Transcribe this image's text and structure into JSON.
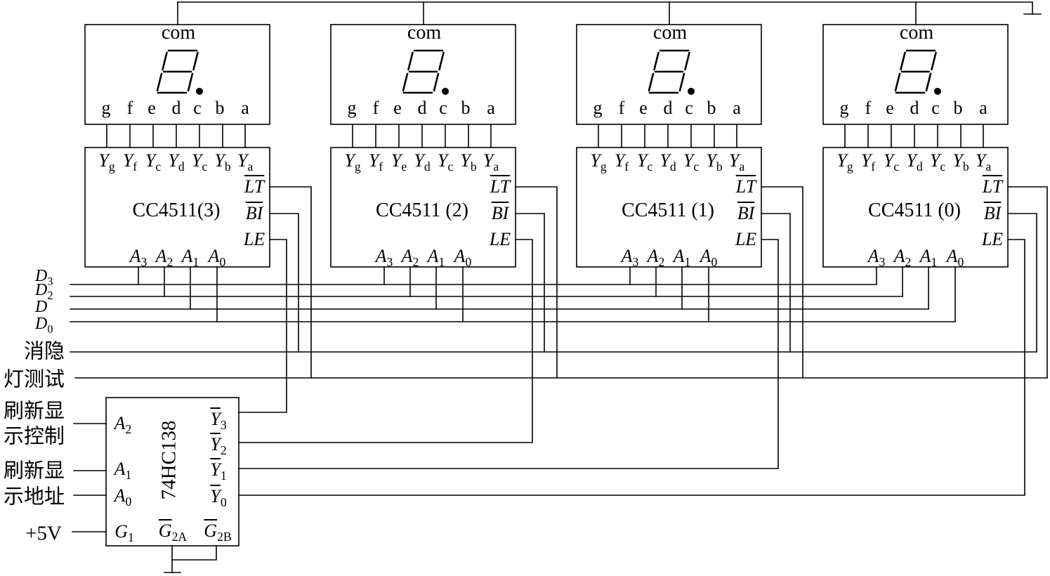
{
  "displays": [
    {
      "com": "com",
      "segments": [
        "g",
        "f",
        "e",
        "d",
        "c",
        "b",
        "a"
      ]
    },
    {
      "com": "com",
      "segments": [
        "g",
        "f",
        "e",
        "d",
        "c",
        "b",
        "a"
      ]
    },
    {
      "com": "com",
      "segments": [
        "g",
        "f",
        "e",
        "d",
        "c",
        "b",
        "a"
      ]
    },
    {
      "com": "com",
      "segments": [
        "g",
        "f",
        "e",
        "d",
        "c",
        "b",
        "a"
      ]
    }
  ],
  "decoders": [
    {
      "name": "CC4511(3)",
      "outputs": [
        {
          "base": "Y",
          "sub": "g"
        },
        {
          "base": "Y",
          "sub": "f"
        },
        {
          "base": "Y",
          "sub": "c"
        },
        {
          "base": "Y",
          "sub": "d"
        },
        {
          "base": "Y",
          "sub": "c"
        },
        {
          "base": "Y",
          "sub": "b"
        },
        {
          "base": "Y",
          "sub": "a"
        }
      ],
      "controls": [
        "LT",
        "BI",
        "LE"
      ],
      "inputs": [
        {
          "base": "A",
          "sub": "3"
        },
        {
          "base": "A",
          "sub": "2"
        },
        {
          "base": "A",
          "sub": "1"
        },
        {
          "base": "A",
          "sub": "0"
        }
      ]
    },
    {
      "name": "CC4511 (2)",
      "outputs": [
        {
          "base": "Y",
          "sub": "g"
        },
        {
          "base": "Y",
          "sub": "f"
        },
        {
          "base": "Y",
          "sub": "e"
        },
        {
          "base": "Y",
          "sub": "d"
        },
        {
          "base": "Y",
          "sub": "c"
        },
        {
          "base": "Y",
          "sub": "b"
        },
        {
          "base": "Y",
          "sub": "a"
        }
      ],
      "controls": [
        "LT",
        "BI",
        "LE"
      ],
      "inputs": [
        {
          "base": "A",
          "sub": "3"
        },
        {
          "base": "A",
          "sub": "2"
        },
        {
          "base": "A",
          "sub": "1"
        },
        {
          "base": "A",
          "sub": "0"
        }
      ]
    },
    {
      "name": "CC4511 (1)",
      "outputs": [
        {
          "base": "Y",
          "sub": "g"
        },
        {
          "base": "Y",
          "sub": "f"
        },
        {
          "base": "Y",
          "sub": "c"
        },
        {
          "base": "Y",
          "sub": "d"
        },
        {
          "base": "Y",
          "sub": "c"
        },
        {
          "base": "Y",
          "sub": "b"
        },
        {
          "base": "Y",
          "sub": "a"
        }
      ],
      "controls": [
        "LT",
        "BI",
        "LE"
      ],
      "inputs": [
        {
          "base": "A",
          "sub": "3"
        },
        {
          "base": "A",
          "sub": "2"
        },
        {
          "base": "A",
          "sub": "1"
        },
        {
          "base": "A",
          "sub": "0"
        }
      ]
    },
    {
      "name": "CC4511 (0)",
      "outputs": [
        {
          "base": "Y",
          "sub": "g"
        },
        {
          "base": "Y",
          "sub": "f"
        },
        {
          "base": "Y",
          "sub": "c"
        },
        {
          "base": "Y",
          "sub": "d"
        },
        {
          "base": "Y",
          "sub": "c"
        },
        {
          "base": "Y",
          "sub": "b"
        },
        {
          "base": "Y",
          "sub": "a"
        }
      ],
      "controls": [
        "LT",
        "BI",
        "LE"
      ],
      "inputs": [
        {
          "base": "A",
          "sub": "3"
        },
        {
          "base": "A",
          "sub": "2"
        },
        {
          "base": "A",
          "sub": "1"
        },
        {
          "base": "A",
          "sub": "0"
        }
      ]
    }
  ],
  "bus": [
    {
      "base": "D",
      "sub": "3"
    },
    {
      "base": "D",
      "sub": "2"
    },
    {
      "base": "D"
    },
    {
      "base": "D",
      "sub": "0"
    }
  ],
  "signals": {
    "blank": "消隐",
    "lamp_test": "灯测试"
  },
  "refresh_control": [
    "刷新显",
    "示控制"
  ],
  "refresh_address": [
    "刷新显",
    "示地址"
  ],
  "supply": "+5V",
  "decoder_138": {
    "name": "74HC138",
    "inputs": [
      {
        "base": "A",
        "sub": "2"
      },
      {
        "base": "A",
        "sub": "1"
      },
      {
        "base": "A",
        "sub": "0"
      },
      {
        "base": "G",
        "sub": "1"
      }
    ],
    "outputs": [
      {
        "base": "Y",
        "sub": "3"
      },
      {
        "base": "Y",
        "sub": "2"
      },
      {
        "base": "Y",
        "sub": "1"
      },
      {
        "base": "Y",
        "sub": "0"
      }
    ],
    "enables": [
      {
        "base": "G",
        "sub": "2A"
      },
      {
        "base": "G",
        "sub": "2B"
      }
    ]
  }
}
